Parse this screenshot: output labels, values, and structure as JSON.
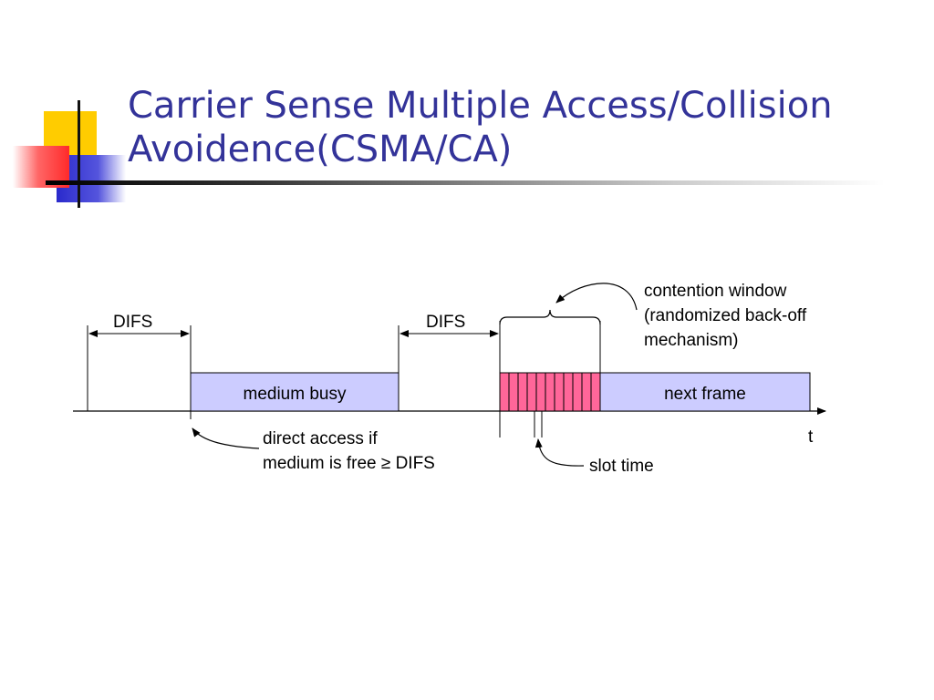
{
  "slide": {
    "title_line1": "Carrier Sense Multiple Access/Collision",
    "title_line2": "Avoidence(CSMA/CA)"
  },
  "diagram": {
    "difs_left": "DIFS",
    "difs_right": "DIFS",
    "medium_busy": "medium busy",
    "next_frame": "next frame",
    "time_axis": "t",
    "direct_access_line1": "direct access if",
    "direct_access_line2": "medium is free ≥ DIFS",
    "slot_time": "slot time",
    "contention_line1": "contention window",
    "contention_line2": "(randomized back-off",
    "contention_line3": "mechanism)"
  },
  "colors": {
    "title": "#333399",
    "box_fill": "#ccccff",
    "contention_fill": "#ff6699",
    "logo_yellow": "#ffcc00",
    "logo_red": "#ff3333",
    "logo_blue": "#3333cc"
  }
}
